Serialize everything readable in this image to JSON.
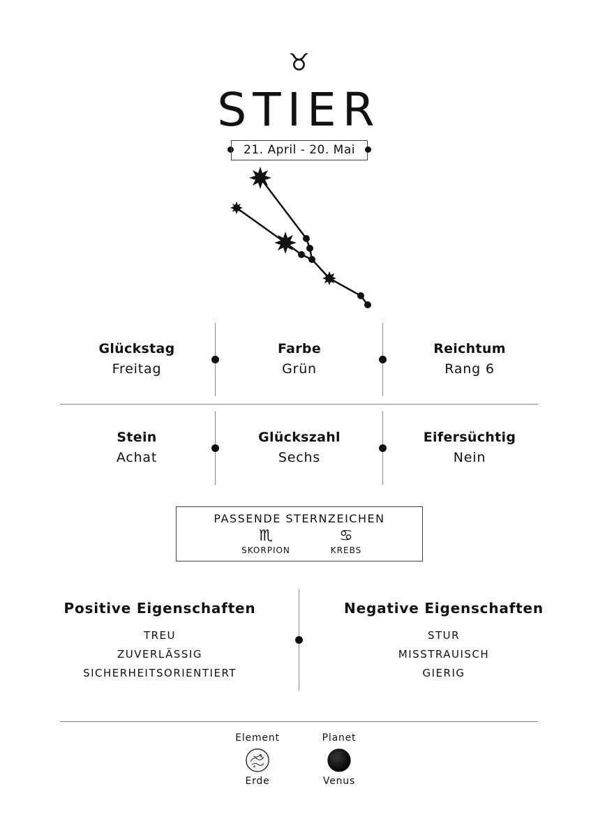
{
  "header": {
    "sign_glyph": "♉",
    "title": "STIER",
    "date_range": "21. April - 20. Mai"
  },
  "facts": {
    "row1": [
      {
        "label": "Glückstag",
        "value": "Freitag"
      },
      {
        "label": "Farbe",
        "value": "Grün"
      },
      {
        "label": "Reichtum",
        "value": "Rang 6"
      }
    ],
    "row2": [
      {
        "label": "Stein",
        "value": "Achat"
      },
      {
        "label": "Glückszahl",
        "value": "Sechs"
      },
      {
        "label": "Eifersüchtig",
        "value": "Nein"
      }
    ]
  },
  "compatible": {
    "title": "PASSENDE STERNZEICHEN",
    "signs": [
      {
        "glyph": "♏",
        "name": "SKORPION",
        "icon": "scorpio-icon"
      },
      {
        "glyph": "♋",
        "name": "KREBS",
        "icon": "cancer-icon"
      }
    ]
  },
  "traits": {
    "positive_heading": "Positive Eigenschaften",
    "positive": [
      "TREU",
      "ZUVERLÄSSIG",
      "SICHERHEITSORIENTIERT"
    ],
    "negative_heading": "Negative Eigenschaften",
    "negative": [
      "STUR",
      "MISSTRAUISCH",
      "GIERIG"
    ]
  },
  "footer": {
    "element_label": "Element",
    "element_value": "Erde",
    "element_icon": "earth-icon",
    "planet_label": "Planet",
    "planet_value": "Venus",
    "planet_icon": "venus-planet-icon"
  },
  "colors": {
    "ink": "#111111",
    "divider": "#888888",
    "background": "#ffffff"
  }
}
